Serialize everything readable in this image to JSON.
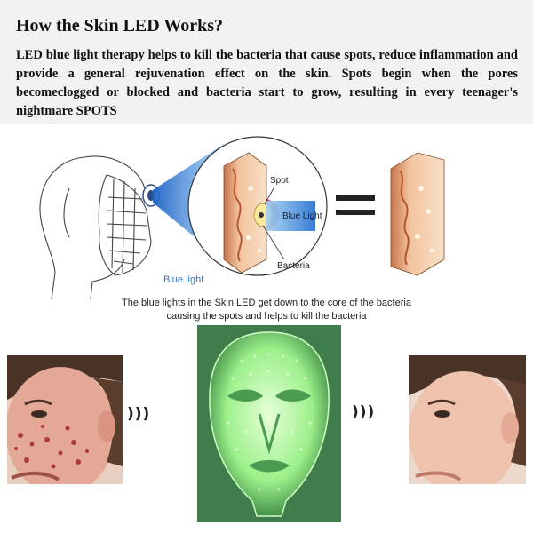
{
  "title": "How the Skin LED Works?",
  "intro": "LED blue light therapy helps to kill the bacteria that cause spots, reduce inflammation and provide a general rejuvenation effect on the skin. Spots begin when the pores becomeclogged or blocked and bacteria start to grow, resulting in every teenager's nightmare SPOTS",
  "diagram": {
    "beam_label": "Blue light",
    "spot_label": "Spot",
    "blue_light_label": "Blue Light",
    "bacteria_label": "Bacteria",
    "equals_sign": "="
  },
  "caption": {
    "line1": "The blue lights in the Skin LED get down to the core of the bacteria",
    "line2": "causing the spots and helps to kill the bacteria"
  },
  "waves": {
    "left": ")))",
    "right": ")))"
  },
  "colors": {
    "blue_beam": "#2f7fd6",
    "mask_green": "#9cf08a",
    "tissue_orange": "#e79b6a"
  }
}
